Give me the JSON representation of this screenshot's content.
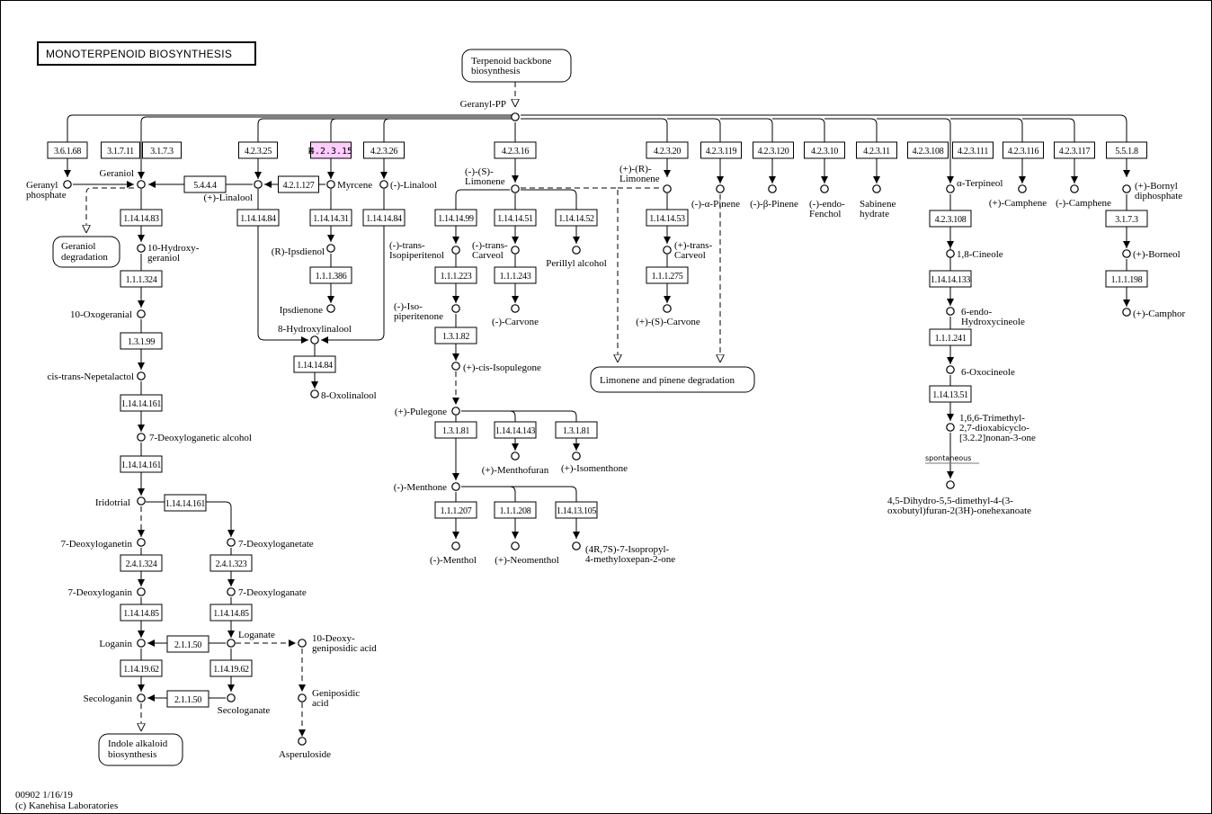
{
  "title": "MONOTERPENOID  BIOSYNTHESIS",
  "footer": {
    "map_id_date": "00902 1/16/19",
    "copyright": "(c) Kanehisa Laboratories"
  },
  "highlight_color": "#ffccff",
  "maps": {
    "terpenoid_backbone": [
      "Terpenoid backbone",
      "biosynthesis"
    ],
    "geraniol_degradation": [
      "Geraniol",
      "degradation"
    ],
    "limonene_pinene_degradation": "Limonene and pinene degradation",
    "indole_alkaloid": [
      "Indole alkaloid",
      "biosynthesis"
    ]
  },
  "compounds": {
    "geranyl_pp": "Geranyl-PP",
    "geranyl_phosphate": [
      "Geranyl",
      "phosphate"
    ],
    "geraniol": "Geraniol",
    "linalool_plus": "(+)-Linalool",
    "myrcene": "Myrcene",
    "linalool_minus": "(-)-Linalool",
    "hydroxygeraniol": [
      "10-Hydroxy-",
      "geraniol"
    ],
    "ipsdienol": "(R)-Ipsdienol",
    "ipsdienone": "Ipsdienone",
    "hydroxylinalool": "8-Hydroxylinalool",
    "oxolinalool": "8-Oxolinalool",
    "oxogeranial": "10-Oxogeranial",
    "nepetalactol": "cis-trans-Nepetalactol",
    "deoxyloganetic_alcohol": "7-Deoxyloganetic alcohol",
    "iridotrial": "Iridotrial",
    "deoxyloganetin": "7-Deoxyloganetin",
    "deoxyloganetate": "7-Deoxyloganetate",
    "deoxyloganin": "7-Deoxyloganin",
    "deoxyloganate": "7-Deoxyloganate",
    "loganin": "Loganin",
    "loganate": "Loganate",
    "deoxygeniposidic": [
      "10-Deoxy-",
      "geniposidic acid"
    ],
    "secologanin": "Secologanin",
    "secologanate": "Secologanate",
    "geniposidic": [
      "Geniposidic",
      "acid"
    ],
    "asperuloside": "Asperuloside",
    "s_limonene": [
      "(-)-(S)-",
      "Limonene"
    ],
    "trans_isopiperitenol": [
      "(-)-trans-",
      "Isopiperitenol"
    ],
    "trans_carveol_minus": [
      "(-)-trans-",
      "Carveol"
    ],
    "perillyl_alcohol": "Perillyl alcohol",
    "isopiperitenone": [
      "(-)-Iso-",
      "piperitenone"
    ],
    "carvone_minus": "(-)-Carvone",
    "cis_isopulegone": "(+)-cis-Isopulegone",
    "pulegone": "(+)-Pulegone",
    "menthofuran": "(+)-Menthofuran",
    "isomenthone": "(+)-Isomenthone",
    "menthone": "(-)-Menthone",
    "menthol": "(-)-Menthol",
    "neomenthol": "(+)-Neomenthol",
    "isopropyl_oxepanone": [
      "(4R,7S)-7-Isopropyl-",
      "4-methyloxepan-2-one"
    ],
    "r_limonene": [
      "(+)-(R)-",
      "Limonene"
    ],
    "trans_carveol_plus": [
      "(+)-trans-",
      "Carveol"
    ],
    "s_carvone": "(+)-(S)-Carvone",
    "a_pinene": "(-)-α-Pinene",
    "b_pinene": "(-)-β-Pinene",
    "endo_fenchol": [
      "(-)-endo-",
      "Fenchol"
    ],
    "sabinene_hydrate": [
      "Sabinene",
      "hydrate"
    ],
    "a_terpineol": "α-Terpineol",
    "cineole": "1,8-Cineole",
    "hydroxycineole": [
      "6-endo-",
      "Hydroxycineole"
    ],
    "oxocineole": "6-Oxocineole",
    "trimethyl_dioxabicyclo": [
      "1,6,6-Trimethyl-",
      "2,7-dioxabicyclo-",
      "[3.2.2]nonan-3-one"
    ],
    "dihydro_furanone": [
      "4,5-Dihydro-5,5-dimethyl-4-(3-",
      "oxobutyl)furan-2(3H)-onehexanoate"
    ],
    "camphene_plus": "(+)-Camphene",
    "camphene_minus": "(-)-Camphene",
    "bornyl_diphosphate": [
      "(+)-Bornyl",
      "diphosphate"
    ],
    "borneol": "(+)-Borneol",
    "camphor": "(+)-Camphor"
  },
  "enzymes": {
    "e3_6_1_68": "3.6.1.68",
    "e3_1_7_11": "3.1.7.11",
    "e3_1_7_3": "3.1.7.3",
    "e4_2_3_25": "4.2.3.25",
    "e4_2_3_15": "4.2.3.15",
    "e4_2_3_15_prefix": "E",
    "e4_2_3_26": "4.2.3.26",
    "e4_2_3_16": "4.2.3.16",
    "e4_2_3_20": "4.2.3.20",
    "e4_2_3_119": "4.2.3.119",
    "e4_2_3_120": "4.2.3.120",
    "e4_2_3_10": "4.2.3.10",
    "e4_2_3_11": "4.2.3.11",
    "e4_2_3_108": "4.2.3.108",
    "e4_2_3_111": "4.2.3.111",
    "e4_2_3_116": "4.2.3.116",
    "e4_2_3_117": "4.2.3.117",
    "e5_5_1_8": "5.5.1.8",
    "e5_4_4_4": "5.4.4.4",
    "e4_2_1_127": "4.2.1.127",
    "e1_14_14_83": "1.14.14.83",
    "e1_14_14_84_a": "1.14.14.84",
    "e1_14_14_31": "1.14.14.31",
    "e1_14_14_84_b": "1.14.14.84",
    "e1_1_1_386": "1.1.1.386",
    "e1_14_14_84_c": "1.14.14.84",
    "e1_1_1_324": "1.1.1.324",
    "e1_3_1_99": "1.3.1.99",
    "e1_14_14_161_a": "1.14.14.161",
    "e1_14_14_161_b": "1.14.14.161",
    "e1_14_14_161_c": "1.14.14.161",
    "e2_4_1_324": "2.4.1.324",
    "e2_4_1_323": "2.4.1.323",
    "e1_14_14_85_a": "1.14.14.85",
    "e1_14_14_85_b": "1.14.14.85",
    "e2_1_1_50_a": "2.1.1.50",
    "e2_1_1_50_b": "2.1.1.50",
    "e1_14_19_62_a": "1.14.19.62",
    "e1_14_19_62_b": "1.14.19.62",
    "e1_14_14_99": "1.14.14.99",
    "e1_14_14_51": "1.14.14.51",
    "e1_14_14_52": "1.14.14.52",
    "e1_14_14_53": "1.14.14.53",
    "e1_1_1_223": "1.1.1.223",
    "e1_1_1_243": "1.1.1.243",
    "e1_1_1_275": "1.1.1.275",
    "e1_3_1_82": "1.3.1.82",
    "e1_3_1_81_a": "1.3.1.81",
    "e1_14_14_143": "1.14.14.143",
    "e1_3_1_81_b": "1.3.1.81",
    "e1_1_1_207": "1.1.1.207",
    "e1_1_1_208": "1.1.1.208",
    "e1_14_13_105": "1.14.13.105",
    "e4_2_3_108_b": "4.2.3.108",
    "e1_14_14_133": "1.14.14.133",
    "e1_1_1_241": "1.1.1.241",
    "e1_14_13_51": "1.14.13.51",
    "e3_1_7_3_b": "3.1.7.3",
    "e1_1_1_198": "1.1.1.198"
  },
  "spontaneous_label": "spontaneous"
}
